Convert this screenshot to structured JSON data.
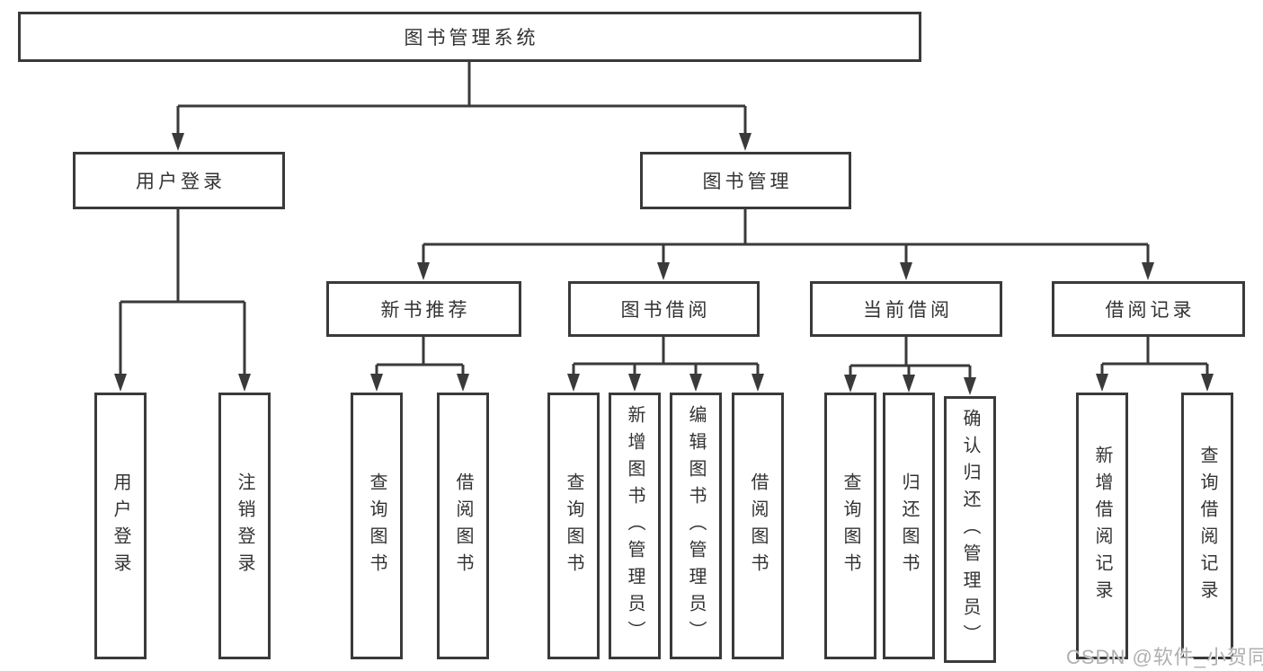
{
  "diagram": {
    "type": "hierarchy-tree",
    "colors": {
      "line": "#3a3a3a",
      "box_border": "#3a3a3a",
      "text": "#333333",
      "background": "#ffffff",
      "watermark": "#b0b0b0"
    },
    "tree": {
      "label": "图书管理系统",
      "children": [
        {
          "label": "用户登录",
          "children": [
            {
              "label": "用户登录"
            },
            {
              "label": "注销登录"
            }
          ]
        },
        {
          "label": "图书管理",
          "children": [
            {
              "label": "新书推荐",
              "children": [
                {
                  "label": "查询图书"
                },
                {
                  "label": "借阅图书"
                }
              ]
            },
            {
              "label": "图书借阅",
              "children": [
                {
                  "label": "查询图书"
                },
                {
                  "label": "新增图书（管理员）"
                },
                {
                  "label": "编辑图书（管理员）"
                },
                {
                  "label": "借阅图书"
                }
              ]
            },
            {
              "label": "当前借阅",
              "children": [
                {
                  "label": "查询图书"
                },
                {
                  "label": "归还图书"
                },
                {
                  "label": "确认归还（管理员）"
                }
              ]
            },
            {
              "label": "借阅记录",
              "children": [
                {
                  "label": "新增借阅记录"
                },
                {
                  "label": "查询借阅记录"
                }
              ]
            }
          ]
        }
      ]
    }
  },
  "watermark": {
    "text": "CSDN @软件_小贺同学"
  }
}
